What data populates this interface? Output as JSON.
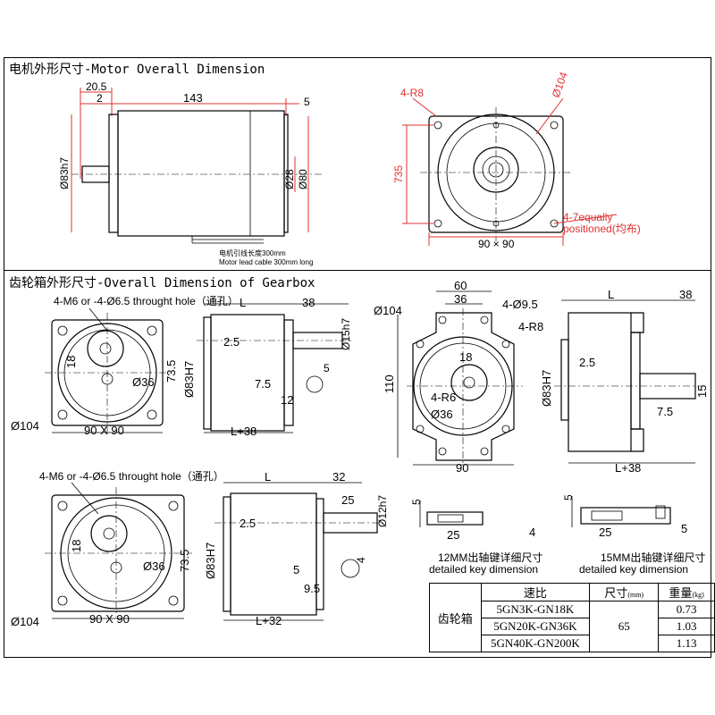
{
  "sections": {
    "motor_title": "电机外形尺寸-Motor Overall Dimension",
    "gearbox_title": "齿轮箱外形尺寸-Overall Dimension of Gearbox"
  },
  "motor_side": {
    "d1": "20.5",
    "d2": "2",
    "d3": "143",
    "d4": "5",
    "d5": "Ø83h7",
    "d6": "Ø28",
    "d7": "Ø80",
    "cable_note_1": "电机引线长度300mm",
    "cable_note_2": "Motor lead cable 300mm long"
  },
  "motor_front": {
    "d1": "4-R8",
    "d2": "Ø104",
    "d3": "735",
    "d4": "90 × 90",
    "note_1": "4-7equally",
    "note_2": "positioned(均布)"
  },
  "gb1_front": {
    "hole_note": "4-M6 or -4-Ø6.5 throught hole（通孔）",
    "d1": "18",
    "d2": "73.5",
    "d3": "Ø36",
    "d4": "Ø104",
    "d5": "90 X 90"
  },
  "gb1_side": {
    "d1": "L",
    "d2": "38",
    "d3": "2.5",
    "d4": "Ø83H7",
    "d5": "Ø15h7",
    "d6": "7.5",
    "d7": "12",
    "d8": "5",
    "d9": "L+38"
  },
  "gb2_front": {
    "d1": "60",
    "d2": "36",
    "d3": "4-Ø9.5",
    "d4": "Ø104",
    "d5": "4-R8",
    "d6": "18",
    "d7": "110",
    "d8": "4-R6",
    "d9": "Ø36",
    "d10": "90"
  },
  "gb2_side": {
    "d1": "L",
    "d2": "38",
    "d3": "2.5",
    "d4": "Ø83H7",
    "d5": "15",
    "d6": "7.5",
    "d7": "L+38"
  },
  "gb3_front": {
    "hole_note": "4-M6 or -4-Ø6.5 throught hole（通孔）",
    "d1": "18",
    "d2": "73.5",
    "d3": "Ø36",
    "d4": "Ø104",
    "d5": "90 X 90"
  },
  "gb3_side": {
    "d1": "L",
    "d2": "32",
    "d3": "25",
    "d4": "Ø12h7",
    "d5": "2.5",
    "d6": "Ø83H7",
    "d7": "4",
    "d8": "5",
    "d9": "9.5",
    "d10": "L+32"
  },
  "key12": {
    "d1": "5",
    "d2": "25",
    "d3": "4",
    "label_1": "12MM出轴键详细尺寸",
    "label_2": "detailed key dimension"
  },
  "key15": {
    "d1": "5",
    "d2": "25",
    "d3": "5",
    "label_1": "15MM出轴键详细尺寸",
    "label_2": "detailed key dimension"
  },
  "spec_table": {
    "row_label": "齿轮箱",
    "h_ratio": "速比",
    "h_size": "尺寸",
    "h_size_unit": "(mm)",
    "h_weight": "重量",
    "h_weight_unit": "(kg)",
    "rows": [
      {
        "ratio": "5GN3K-GN18K",
        "weight": "0.73"
      },
      {
        "ratio": "5GN20K-GN36K",
        "weight": "1.03"
      },
      {
        "ratio": "5GN40K-GN200K",
        "weight": "1.13"
      }
    ],
    "size": "65"
  }
}
